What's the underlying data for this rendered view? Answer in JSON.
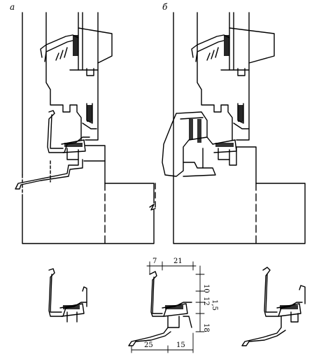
{
  "panels": {
    "a": {
      "label": "а"
    },
    "b": {
      "label": "б"
    }
  },
  "dimensions": {
    "top": [
      "7",
      "21"
    ],
    "right": [
      "10",
      "12",
      "1,5",
      "18"
    ],
    "bottom": [
      "25",
      "15"
    ]
  },
  "colors": {
    "ink": "#000000",
    "paper": "#ffffff"
  }
}
